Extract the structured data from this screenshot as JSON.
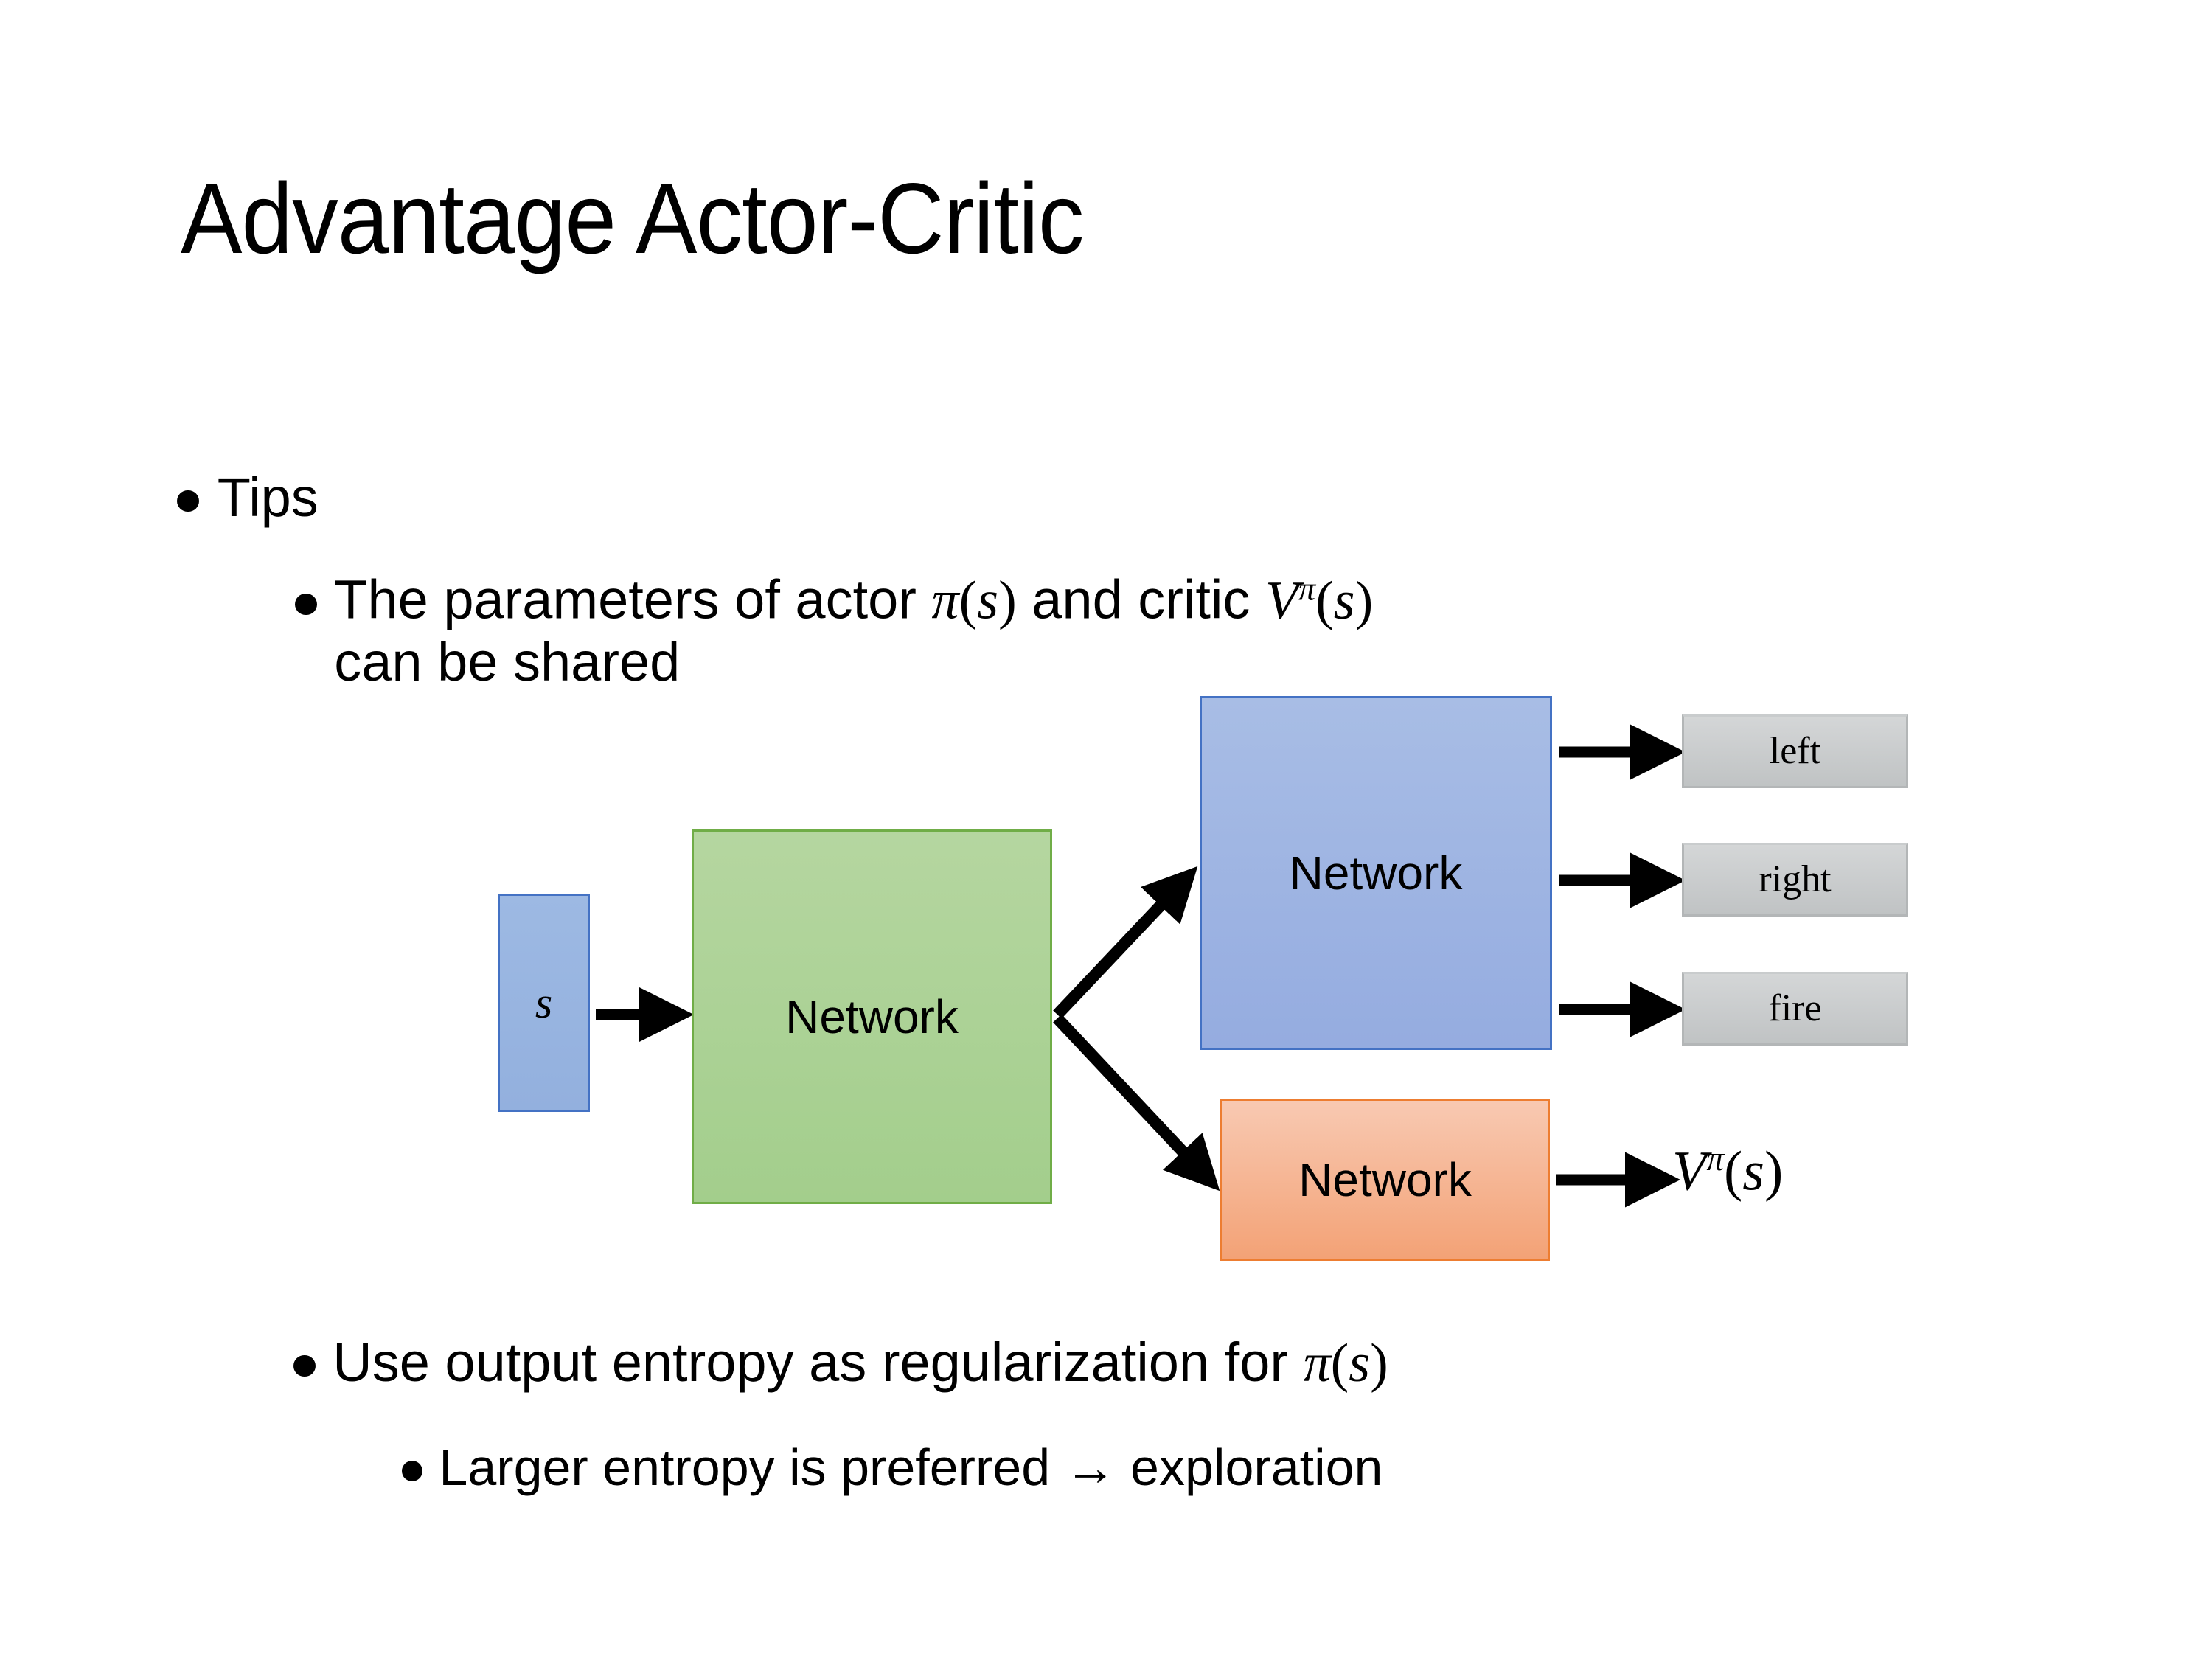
{
  "slide": {
    "title": "Advantage Actor-Critic",
    "background_color": "#ffffff"
  },
  "bullets": {
    "tips": "Tips",
    "params_line_prefix": "The parameters of actor ",
    "params_math_actor": "π(s)",
    "params_line_middle": "  and critic ",
    "params_math_critic": "Vπ(s)",
    "params_line_second": "can be shared",
    "entropy_prefix": "Use output entropy as regularization for ",
    "entropy_math": "π(s)",
    "larger_entropy": "Larger entropy is preferred → exploration"
  },
  "diagram": {
    "input_label": "s",
    "shared_network_label": "Network",
    "actor_network_label": "Network",
    "critic_network_label": "Network",
    "outputs": [
      {
        "label": "left"
      },
      {
        "label": "right"
      },
      {
        "label": "fire"
      }
    ],
    "critic_output_base": "V",
    "critic_output_sup": "π",
    "critic_output_arg": "(s)",
    "colors": {
      "input_fill": "#95b0de",
      "input_border": "#4472c4",
      "shared_fill": "#a9d18e",
      "shared_border": "#70ad47",
      "actor_fill": "#9bb2e2",
      "actor_border": "#4472c4",
      "critic_fill": "#f4a97e",
      "critic_border": "#ed7d31",
      "output_fill": "#c8cacb",
      "output_border": "#b3b6b7",
      "arrow": "#000000",
      "text": "#000000"
    }
  }
}
